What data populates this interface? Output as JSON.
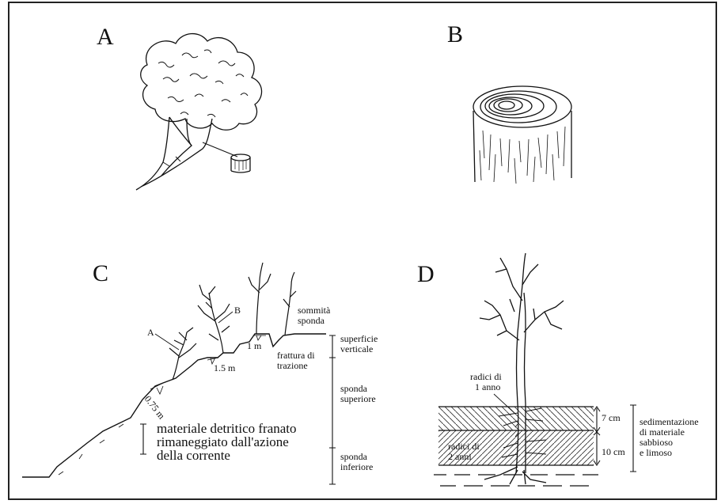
{
  "panels": {
    "A": {
      "letter": "A"
    },
    "B": {
      "letter": "B"
    },
    "C": {
      "letter": "C",
      "tree_a": "A",
      "tree_b": "B",
      "dist_1m": "1 m",
      "dist_15m": "1.5 m",
      "dist_075m": "0.75 m",
      "crest_top": "sommità",
      "crest_bottom": "sponda",
      "vertical_top": "superficie",
      "vertical_bottom": "verticale",
      "fracture_top": "frattura di",
      "fracture_bottom": "trazione",
      "upper_top": "sponda",
      "upper_bottom": "superiore",
      "lower_top": "sponda",
      "lower_bottom": "inferiore",
      "debris_1": "materiale detritico franato",
      "debris_2": "rimaneggiato dall'azione",
      "debris_3": "della corrente"
    },
    "D": {
      "letter": "D",
      "roots1_a": "radici di",
      "roots1_b": "1 anno",
      "roots2_a": "radici di",
      "roots2_b": "2 anni",
      "depth_7": "7 cm",
      "depth_10": "10 cm",
      "sed_1": "sedimentazione",
      "sed_2": "di materiale",
      "sed_3": "sabbioso",
      "sed_4": "e limoso"
    }
  },
  "colors": {
    "ink": "#111111",
    "background": "#ffffff",
    "frame": "#222222"
  }
}
